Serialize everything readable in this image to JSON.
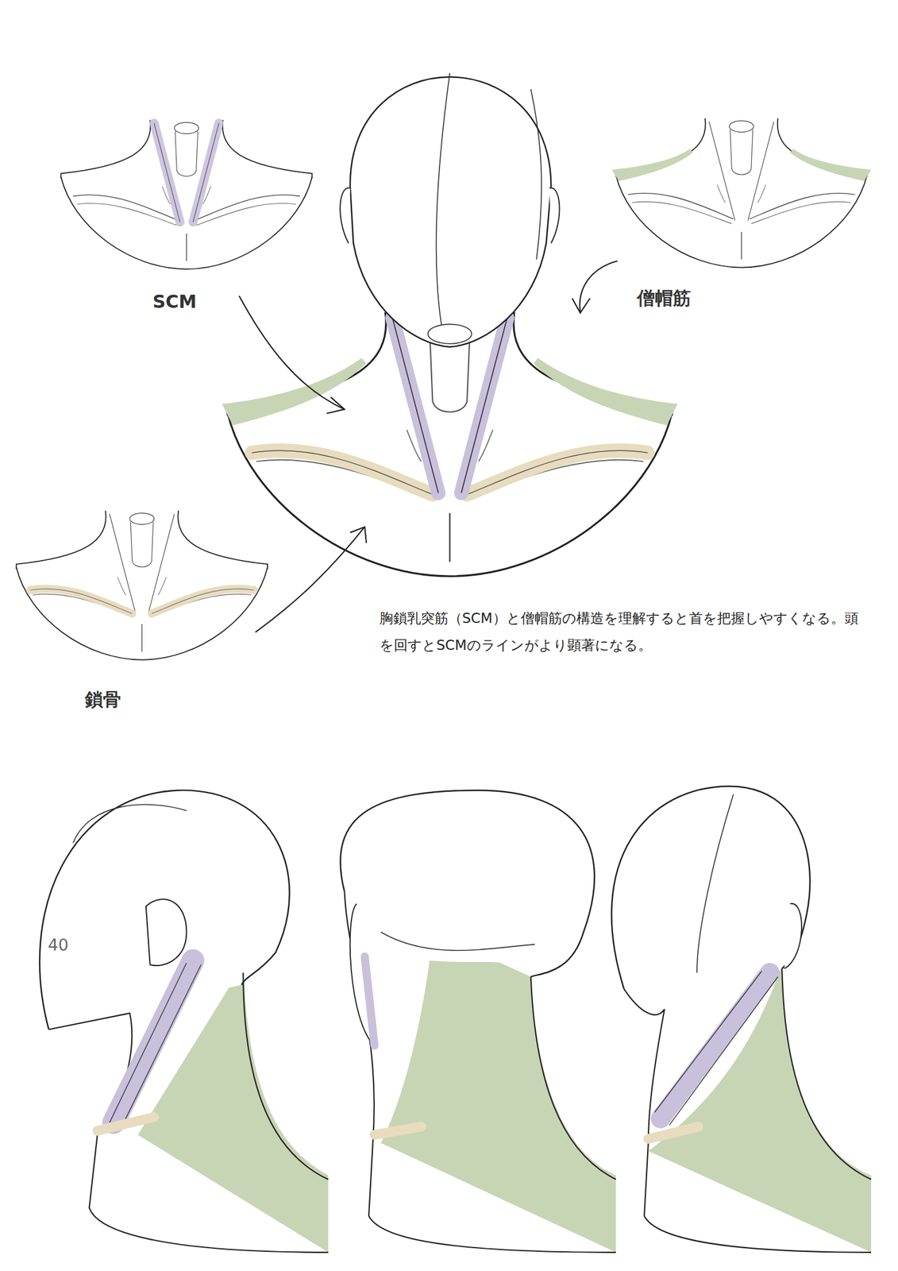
{
  "diagram": {
    "labels": [
      "SCM",
      "僧帽筋",
      "鎖骨",
      "胸鎖乳突筋（SCM）と僧帽筋の構造を理解すると首を把握しやすくなる。頭を回すとSCMのラインがより顕著になる。",
      "40"
    ]
  }
}
